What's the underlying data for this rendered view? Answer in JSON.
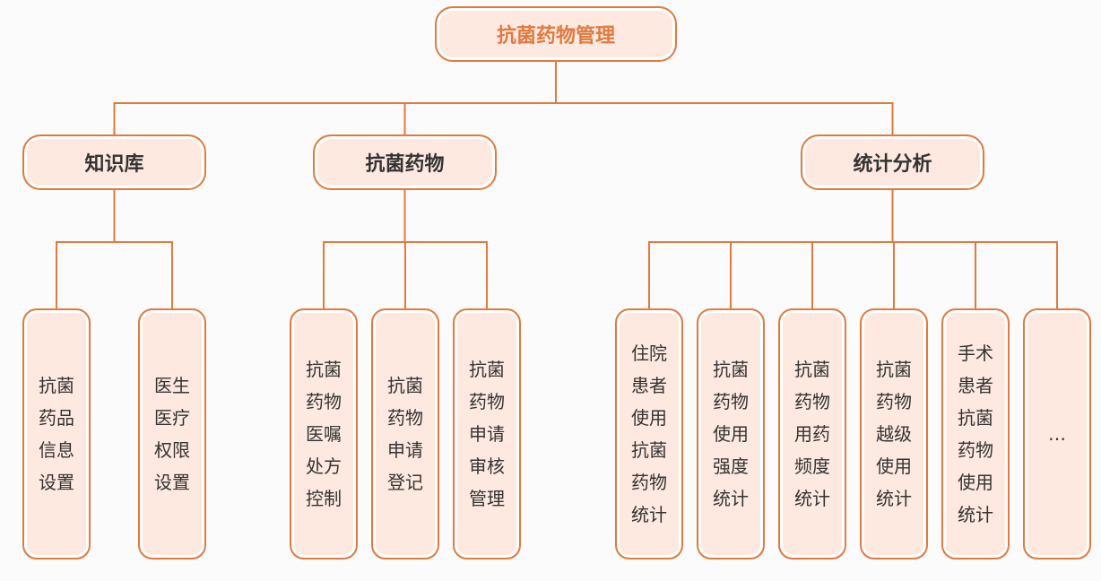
{
  "root": {
    "label": "抗菌药物管理"
  },
  "categories": [
    {
      "label": "知识库",
      "children": [
        {
          "lines": [
            "抗菌",
            "药品",
            "信息",
            "设置"
          ]
        },
        {
          "lines": [
            "医生",
            "医疗",
            "权限",
            "设置"
          ]
        }
      ]
    },
    {
      "label": "抗菌药物",
      "children": [
        {
          "lines": [
            "抗菌",
            "药物",
            "医嘱",
            "处方",
            "控制"
          ]
        },
        {
          "lines": [
            "抗菌",
            "药物",
            "申请",
            "登记"
          ]
        },
        {
          "lines": [
            "抗菌",
            "药物",
            "申请",
            "审核",
            "管理"
          ]
        }
      ]
    },
    {
      "label": "统计分析",
      "children": [
        {
          "lines": [
            "住院",
            "患者",
            "使用",
            "抗菌",
            "药物",
            "统计"
          ]
        },
        {
          "lines": [
            "抗菌",
            "药物",
            "使用",
            "强度",
            "统计"
          ]
        },
        {
          "lines": [
            "抗菌",
            "药物",
            "用药",
            "频度",
            "统计"
          ]
        },
        {
          "lines": [
            "抗菌",
            "药物",
            "越级",
            "使用",
            "统计"
          ]
        },
        {
          "lines": [
            "手术",
            "患者",
            "抗菌",
            "药物",
            "使用",
            "统计"
          ]
        },
        {
          "lines": [
            "…"
          ]
        }
      ]
    }
  ],
  "colors": {
    "accent": "#e07a3f",
    "box_fill": "#fde9df",
    "text": "#333333"
  }
}
